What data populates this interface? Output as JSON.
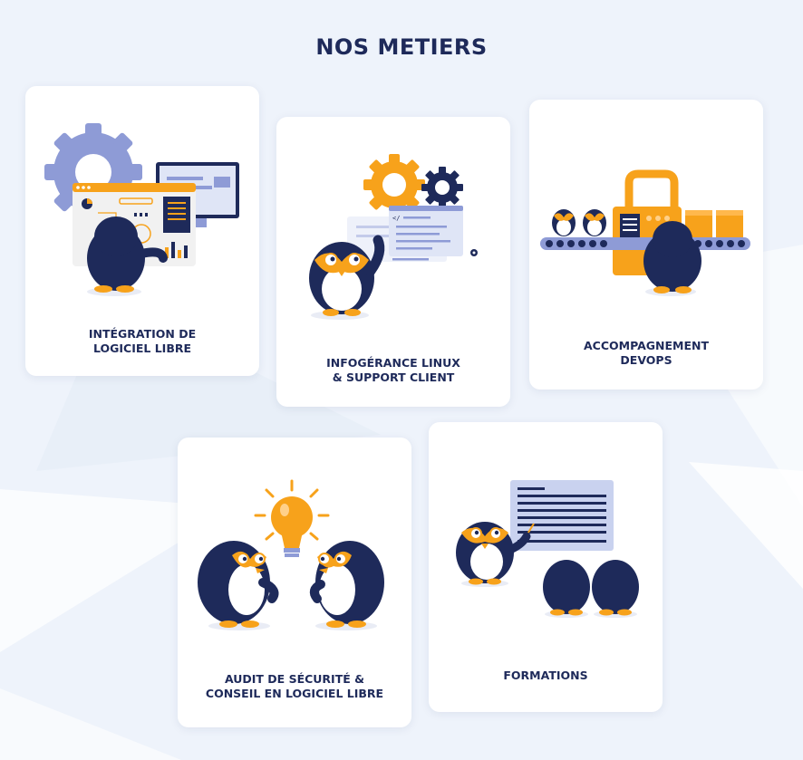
{
  "page": {
    "title": "NOS METIERS"
  },
  "cards": [
    {
      "line1": "INTÉGRATION DE",
      "line2": "LOGICIEL LIBRE"
    },
    {
      "line1": "INFOGÉRANCE LINUX",
      "line2": "& SUPPORT CLIENT"
    },
    {
      "line1": "ACCOMPAGNEMENT",
      "line2": "DEVOPS"
    },
    {
      "line1": "AUDIT DE SÉCURITÉ &",
      "line2": "CONSEIL EN LOGICIEL LIBRE"
    },
    {
      "line1": "FORMATIONS",
      "line2": ""
    }
  ],
  "colors": {
    "navy": "#1e2a5a",
    "orange": "#f7a21b",
    "lavender": "#8e9bd6",
    "background": "#eef3fb"
  }
}
